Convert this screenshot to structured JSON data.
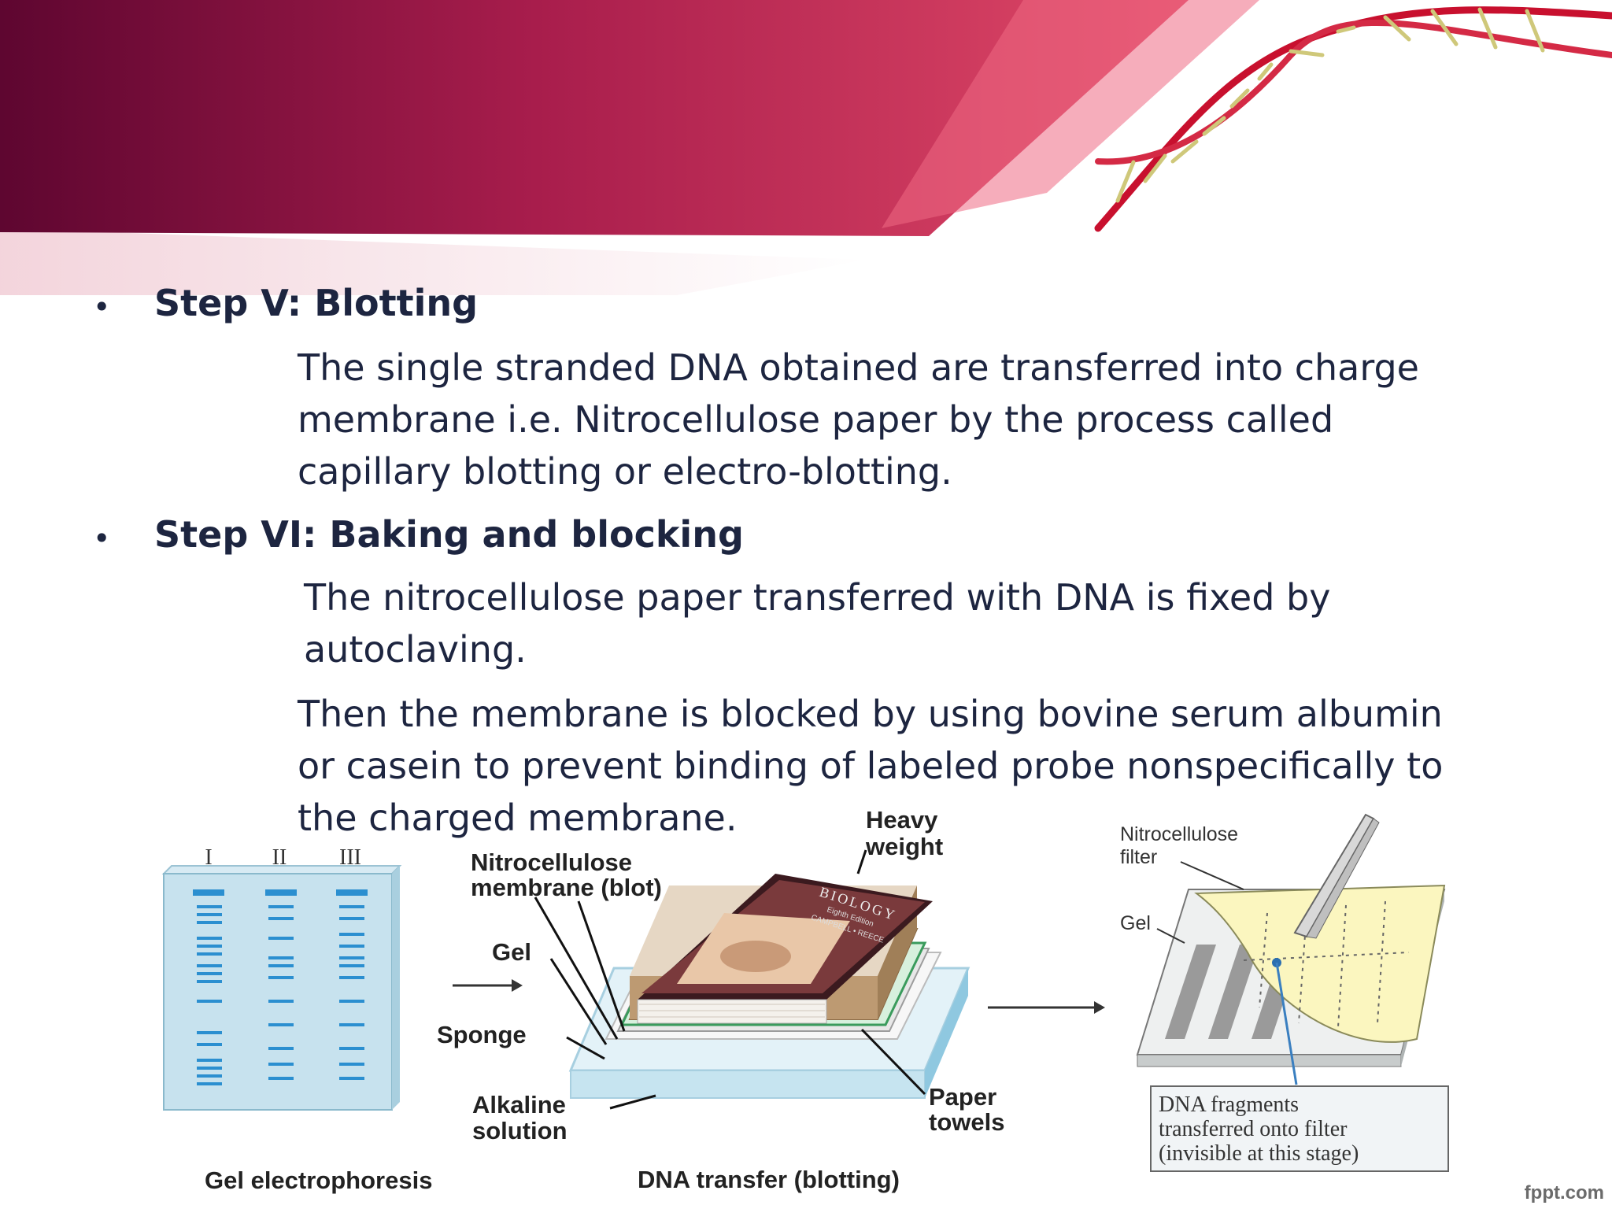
{
  "slide": {
    "steps": [
      {
        "heading": "Step V: Blotting",
        "paragraphs": [
          "The single stranded DNA obtained are transferred into charge membrane i.e. Nitrocellulose paper by the process called capillary blotting or electro-blotting."
        ]
      },
      {
        "heading": "Step VI: Baking and blocking",
        "paragraphs": [
          "The nitrocellulose paper transferred with DNA is fixed by autoclaving.",
          "Then the membrane is blocked by using bovine serum albumin or casein to prevent binding of labeled probe nonspecifically to the charged membrane."
        ]
      }
    ],
    "bullet": "•",
    "colors": {
      "banner_dark": "#6a0a34",
      "banner_light": "#d83a5a",
      "text": "#1d2540"
    }
  },
  "figure": {
    "lane_labels": [
      "I",
      "II",
      "III"
    ],
    "caption_left": "Gel electrophoresis",
    "caption_middle": "DNA transfer (blotting)",
    "heavy_weight_1": "Heavy",
    "heavy_weight_2": "weight",
    "membrane_1": "Nitrocellulose",
    "membrane_2": "membrane (blot)",
    "gel": "Gel",
    "sponge": "Sponge",
    "alkaline_1": "Alkaline",
    "alkaline_2": "solution",
    "paper_1": "Paper",
    "paper_2": "towels",
    "book_title": "BIOLOGY",
    "book_edition": "Eighth Edition",
    "book_authors": "CAMPBELL • REECE",
    "filter_1": "Nitrocellulose",
    "filter_2": "filter",
    "right_gel": "Gel",
    "dna_box_1": "DNA fragments",
    "dna_box_2": "transferred onto filter",
    "dna_box_3": "(invisible at this stage)"
  },
  "watermark": "fppt.com"
}
